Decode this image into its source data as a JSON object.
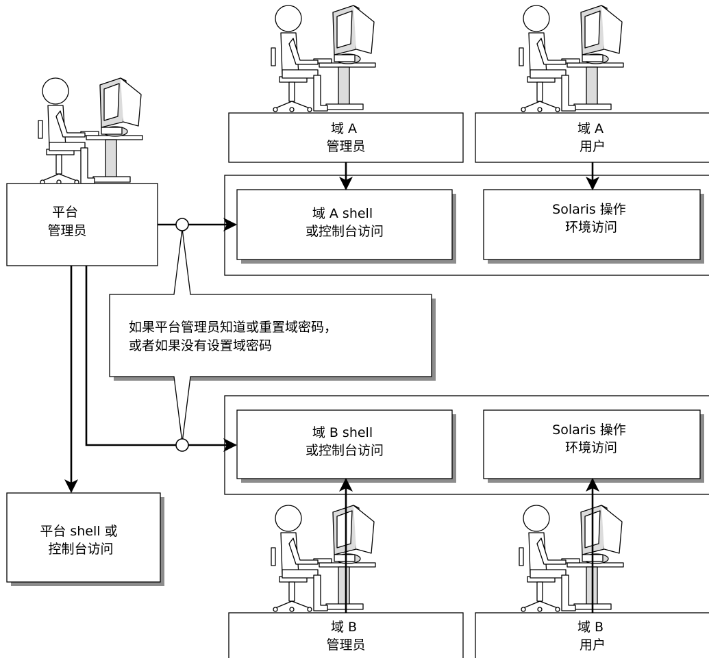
{
  "colors": {
    "stroke": "#000000",
    "shadow": "#8c8c8c",
    "background": "#ffffff"
  },
  "icons": [
    "person-at-computer-icon"
  ],
  "nodes": {
    "platform_admin": [
      "平台",
      "管理员"
    ],
    "domain_a_admin": [
      "域 A",
      "管理员"
    ],
    "domain_a_user": [
      "域 A",
      "用户"
    ],
    "domain_a_shell": [
      "域 A shell",
      "或控制台访问"
    ],
    "domain_a_solaris": [
      "Solaris 操作",
      "环境访问"
    ],
    "condition_note": [
      "如果平台管理员知道或重置域密码，",
      "或者如果没有设置域密码"
    ],
    "domain_b_shell": [
      "域 B shell",
      "或控制台访问"
    ],
    "domain_b_solaris": [
      "Solaris 操作",
      "环境访问"
    ],
    "platform_shell": [
      "平台 shell 或",
      "控制台访问"
    ],
    "domain_b_admin": [
      "域 B",
      "管理员"
    ],
    "domain_b_user": [
      "域 B",
      "用户"
    ]
  }
}
